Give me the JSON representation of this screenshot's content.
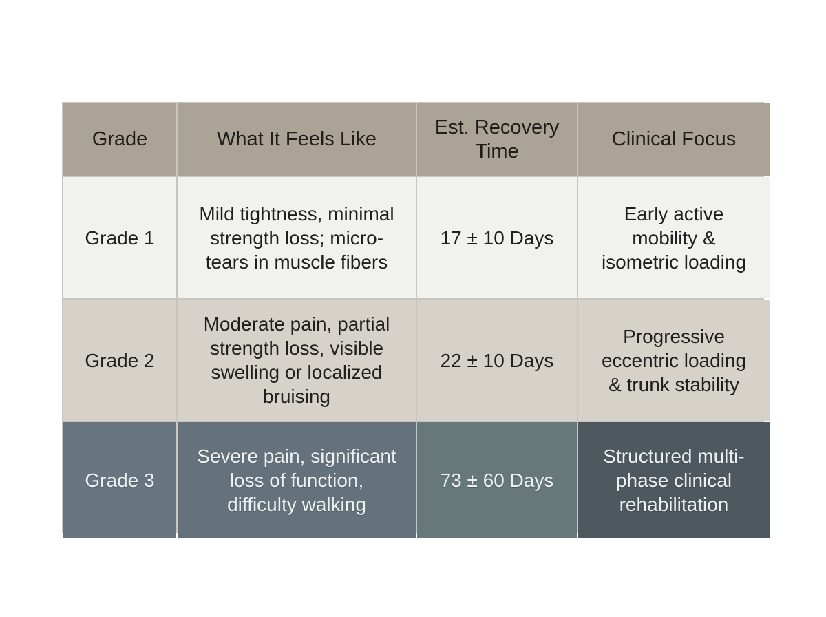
{
  "table": {
    "headers": [
      "Grade",
      "What It Feels Like",
      "Est. Recovery\nTime",
      "Clinical Focus"
    ],
    "rows": [
      {
        "grade": "Grade 1",
        "feels": "Mild tightness, minimal\nstrength loss; micro-\ntears in muscle fibers",
        "recovery": "17 ± 10 Days",
        "focus": "Early active\nmobility &\nisometric loading"
      },
      {
        "grade": "Grade 2",
        "feels": "Moderate pain, partial\nstrength loss, visible\nswelling or localized\nbruising",
        "recovery": "22 ± 10 Days",
        "focus": "Progressive\neccentric loading\n& trunk stability"
      },
      {
        "grade": "Grade 3",
        "feels": "Severe pain, significant\nloss of function,\ndifficulty walking",
        "recovery": "73 ± 60 Days",
        "focus": "Structured multi-\nphase clinical\nrehabilitation"
      }
    ]
  },
  "colors": {
    "header_bg": "#aba396",
    "row1_bg": "#f1f1ed",
    "row2_bg": "#d6d2ca",
    "row3_bg": "#65727c",
    "border": "#c9c6bf"
  }
}
